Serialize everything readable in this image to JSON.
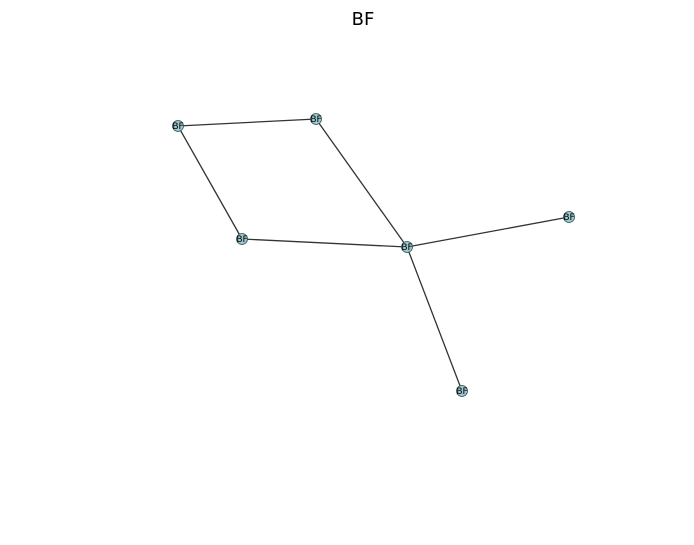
{
  "title": "BF",
  "colors": {
    "edge": "#333333",
    "node_fill": "#9cc8cf",
    "node_stroke": "#2f4f55",
    "label": "#000000"
  },
  "graph": {
    "nodes": [
      {
        "id": "n1",
        "label": "BF"
      },
      {
        "id": "n2",
        "label": "BF"
      },
      {
        "id": "n3",
        "label": "BF"
      },
      {
        "id": "n4",
        "label": "BF"
      },
      {
        "id": "n5",
        "label": "BF"
      },
      {
        "id": "n6",
        "label": "BF"
      }
    ],
    "edges": [
      [
        "n1",
        "n2"
      ],
      [
        "n1",
        "n3"
      ],
      [
        "n2",
        "n4"
      ],
      [
        "n3",
        "n4"
      ],
      [
        "n4",
        "n5"
      ],
      [
        "n4",
        "n6"
      ]
    ]
  }
}
